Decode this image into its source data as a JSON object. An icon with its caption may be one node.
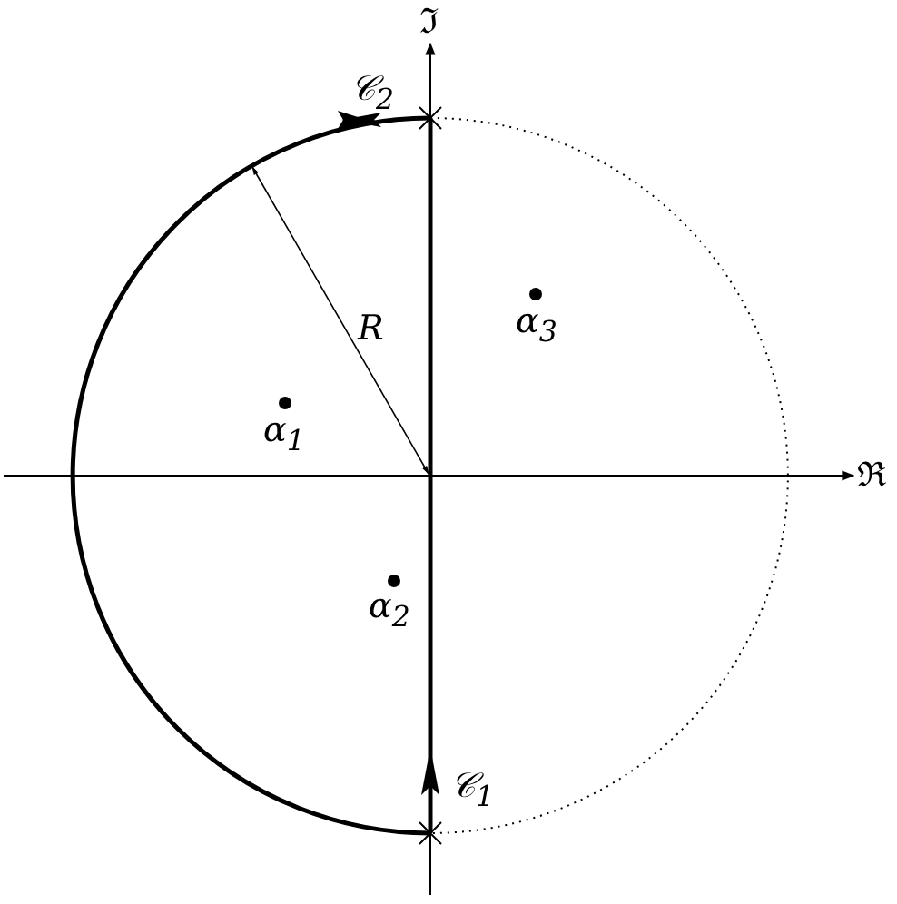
{
  "diagram": {
    "labels": [
      "ℑ",
      "𝒞$_{2}$",
      "R",
      "α$_{3}$",
      "α$_{1}$",
      "ℜ",
      "α$_{2}$",
      "𝒞$_{1}$"
    ]
  }
}
